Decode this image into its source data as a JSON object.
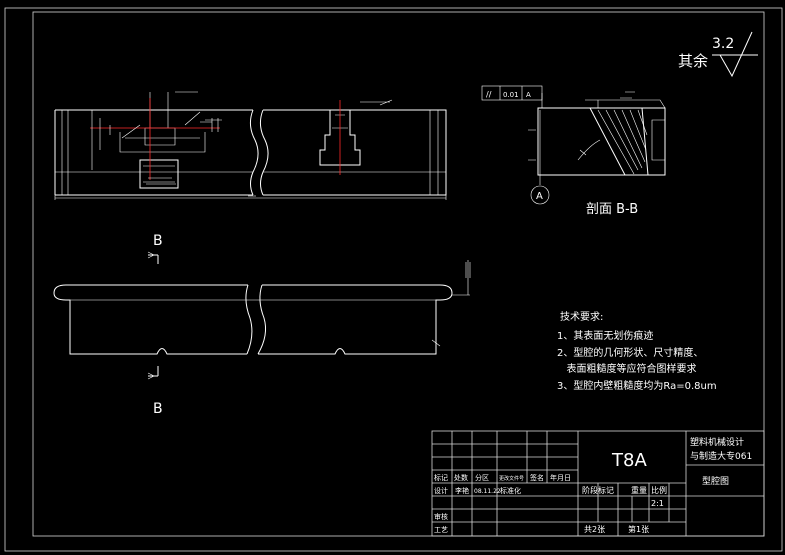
{
  "roughness": {
    "prefix": "其余",
    "value": "3.2"
  },
  "geometric_tolerance": {
    "symbol": "//",
    "value": "0.01",
    "datum": "A"
  },
  "datum_label": "A",
  "section_label": "剖面 B-B",
  "section_markers": {
    "top": "B",
    "bottom": "B"
  },
  "technical_requirements": {
    "title": "技术要求:",
    "items": [
      "1、其表面无划伤痕迹",
      "2、型腔的几何形状、尺寸精度、",
      "   表面粗糙度等应符合图样要求",
      "3、型腔内壁粗糙度均为Ra=0.8um"
    ]
  },
  "title_block": {
    "material": "T8A",
    "organization_line1": "塑料机械设计",
    "organization_line2": "与制造大专061",
    "part_name": "型腔图",
    "labels": {
      "marks": "标记",
      "count": "处数",
      "zone": "分区",
      "change_doc": "更改文件号",
      "signature": "签名",
      "date": "年月日",
      "design": "设计",
      "review": "审核",
      "process": "工艺",
      "stage_mark": "阶段标记",
      "weight": "重量",
      "scale": "比例"
    },
    "designer": "李艳",
    "design_date": "08.11.22",
    "standardization": "标准化",
    "scale_value": "2:1",
    "sheets_total": "共2张",
    "sheet_number": "第1张"
  }
}
